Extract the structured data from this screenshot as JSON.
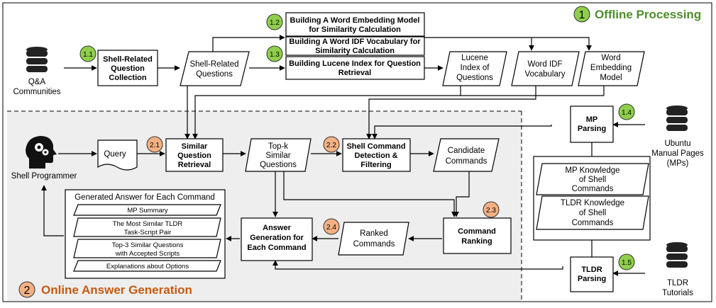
{
  "sections": {
    "offline": {
      "number": "1",
      "title": "Offline Processing"
    },
    "online": {
      "number": "2",
      "title": "Online Answer Generation"
    }
  },
  "step_badges": [
    "1.1",
    "1.2",
    "1.3",
    "1.4",
    "1.5",
    "2.1",
    "2.2",
    "2.3",
    "2.4"
  ],
  "data_sources": {
    "qa": [
      "Q&A",
      "Communities"
    ],
    "ubuntu": [
      "Ubuntu",
      "Manual Pages",
      "(MPs)"
    ],
    "tldr": [
      "TLDR",
      "Tutorials"
    ]
  },
  "processes": {
    "collection": [
      "Shell-Related",
      "Question",
      "Collection"
    ],
    "word_embedding": [
      "Building A Word Embedding Model",
      "for Similarity Calculation"
    ],
    "word_idf": [
      "Building A Word IDF Vocabulary for",
      "Similarity Calculation"
    ],
    "lucene_build": [
      "Building Lucene Index for Question",
      "Retrieval"
    ],
    "similar_retrieval": [
      "Similar",
      "Question",
      "Retrieval"
    ],
    "detection": [
      "Shell Command",
      "Detection &",
      "Filtering"
    ],
    "ranking": [
      "Command",
      "Ranking"
    ],
    "answer_gen": [
      "Answer",
      "Generation for",
      "Each Command"
    ],
    "mp_parsing": [
      "MP",
      "Parsing"
    ],
    "tldr_parsing": [
      "TLDR",
      "Parsing"
    ]
  },
  "data_items": {
    "shell_questions": [
      "Shell-Related",
      "Questions"
    ],
    "lucene_index": [
      "Lucene",
      "Index of",
      "Questions"
    ],
    "idf_vocab": [
      "Word IDF",
      "Vocabulary"
    ],
    "embedding_model": [
      "Word",
      "Embedding",
      "Model"
    ],
    "topk": [
      "Top-k",
      "Similar",
      "Questions"
    ],
    "candidates": [
      "Candidate",
      "Commands"
    ],
    "ranked": [
      "Ranked",
      "Commands"
    ],
    "mp_knowledge": [
      "MP Knowledge",
      "of Shell",
      "Commands"
    ],
    "tldr_knowledge": [
      "TLDR Knowledge",
      "of Shell",
      "Commands"
    ]
  },
  "actor": {
    "label": "Shell Programmer"
  },
  "query": {
    "label": "Query"
  },
  "generated_answer": {
    "title": "Generated Answer for Each Command",
    "items": [
      [
        "MP Summary"
      ],
      [
        "The Most Similar TLDR",
        "Task-Script Pair"
      ],
      [
        "Top-3 Similar Questions",
        "with Accepted Scripts"
      ],
      [
        "Explanations about Options"
      ]
    ]
  },
  "colors": {
    "green_badge": "#8fce4b",
    "orange_badge": "#f4b183",
    "offline_title": "#4e8f2a",
    "online_title": "#c55a11",
    "online_bg": "#eeeeee"
  }
}
